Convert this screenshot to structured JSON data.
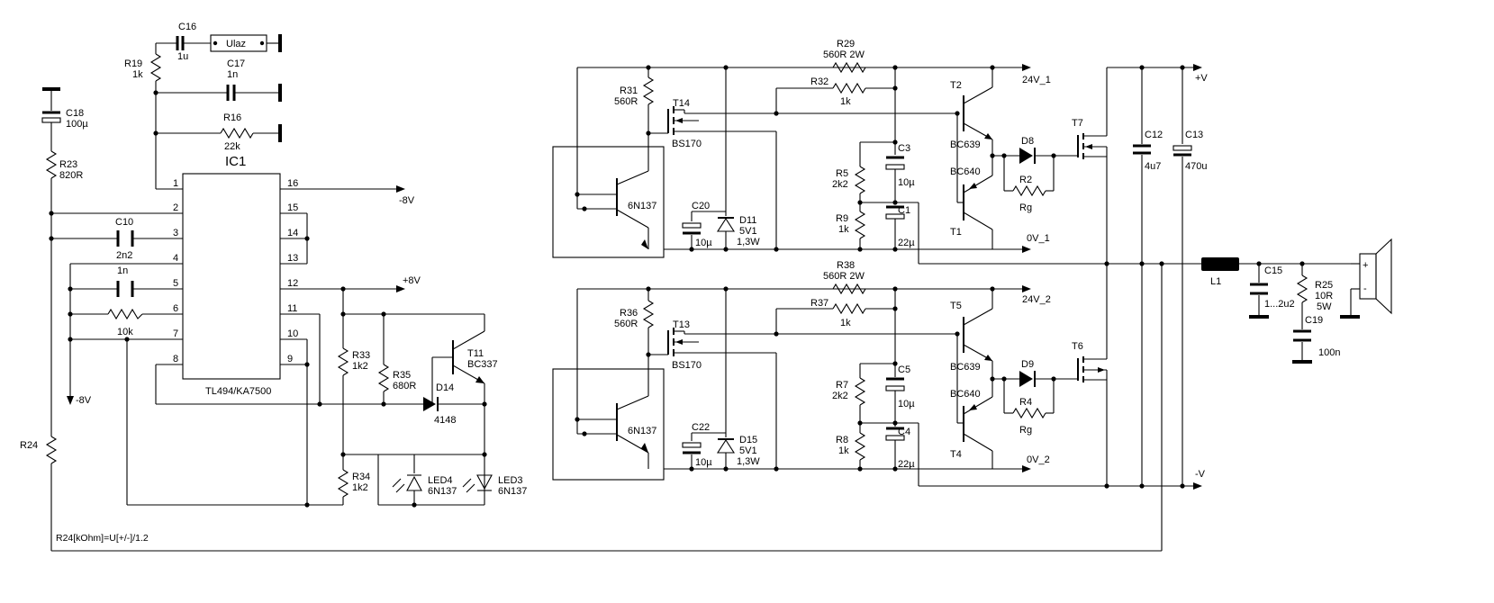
{
  "ic": {
    "name": "IC1",
    "part": "TL494/KA7500",
    "pins_left": [
      "1",
      "2",
      "3",
      "4",
      "5",
      "6",
      "7",
      "8"
    ],
    "pins_right": [
      "16",
      "15",
      "14",
      "13",
      "12",
      "11",
      "10",
      "9"
    ]
  },
  "rails": {
    "neg8_top": "-8V",
    "pos8": "+8V",
    "neg8_bottom": "-8V",
    "v24_1": "24V_1",
    "v0_1": "0V_1",
    "v24_2": "24V_2",
    "v0_2": "0V_2",
    "pos_v": "+V",
    "neg_v": "-V"
  },
  "note": "R24[kOhm]=U[+/-]/1.2",
  "input": {
    "label": "Ulaz"
  },
  "parts": {
    "C16": {
      "ref": "C16",
      "val": "1u"
    },
    "C17": {
      "ref": "C17",
      "val": "1n"
    },
    "R19": {
      "ref": "R19",
      "val": "1k"
    },
    "R16": {
      "ref": "R16",
      "val": "22k"
    },
    "C18": {
      "ref": "C18",
      "val": "100µ"
    },
    "R23": {
      "ref": "R23",
      "val": "820R"
    },
    "C10": {
      "ref": "C10",
      "val": "2n2"
    },
    "C5p": {
      "ref": "",
      "val": "1n"
    },
    "R6p": {
      "ref": "",
      "val": "10k"
    },
    "R24": {
      "ref": "R24",
      "val": ""
    },
    "R33": {
      "ref": "R33",
      "val": "1k2"
    },
    "R34": {
      "ref": "R34",
      "val": "1k2"
    },
    "R35": {
      "ref": "R35",
      "val": "680R"
    },
    "D14": {
      "ref": "D14",
      "val": "4148"
    },
    "T11": {
      "ref": "T11",
      "val": "BC337"
    },
    "LED4": {
      "ref": "LED4",
      "val": "6N137"
    },
    "LED3": {
      "ref": "LED3",
      "val": "6N137"
    },
    "R29": {
      "ref": "R29",
      "val": "560R 2W"
    },
    "R31": {
      "ref": "R31",
      "val": "560R"
    },
    "T14": {
      "ref": "T14",
      "val": "BS170"
    },
    "R32": {
      "ref": "R32",
      "val": "1k"
    },
    "T2": {
      "ref": "T2",
      "val": ""
    },
    "BC639a": {
      "ref": "BC639",
      "val": ""
    },
    "BC640a": {
      "ref": "BC640",
      "val": ""
    },
    "T1": {
      "ref": "T1",
      "val": ""
    },
    "OC1": {
      "ref": "6N137",
      "val": ""
    },
    "C20": {
      "ref": "C20",
      "val": "10µ"
    },
    "D11": {
      "ref": "D11",
      "val": "5V1",
      "val2": "1,3W"
    },
    "R5": {
      "ref": "R5",
      "val": "2k2"
    },
    "R9": {
      "ref": "R9",
      "val": "1k"
    },
    "C3": {
      "ref": "C3",
      "val": "10µ"
    },
    "C1": {
      "ref": "C1",
      "val": "22µ"
    },
    "D8": {
      "ref": "D8",
      "val": ""
    },
    "R2": {
      "ref": "R2",
      "val": "Rg"
    },
    "T7": {
      "ref": "T7",
      "val": ""
    },
    "C12": {
      "ref": "C12",
      "val": "4u7"
    },
    "C13": {
      "ref": "C13",
      "val": "470u"
    },
    "R38": {
      "ref": "R38",
      "val": "560R 2W"
    },
    "R36": {
      "ref": "R36",
      "val": "560R"
    },
    "T13": {
      "ref": "T13",
      "val": "BS170"
    },
    "R37": {
      "ref": "R37",
      "val": "1k"
    },
    "T5": {
      "ref": "T5",
      "val": ""
    },
    "BC639b": {
      "ref": "BC639",
      "val": ""
    },
    "BC640b": {
      "ref": "BC640",
      "val": ""
    },
    "T4": {
      "ref": "T4",
      "val": ""
    },
    "OC2": {
      "ref": "6N137",
      "val": ""
    },
    "C22": {
      "ref": "C22",
      "val": "10µ"
    },
    "D15": {
      "ref": "D15",
      "val": "5V1",
      "val2": "1,3W"
    },
    "R7": {
      "ref": "R7",
      "val": "2k2"
    },
    "R8": {
      "ref": "R8",
      "val": "1k"
    },
    "C5": {
      "ref": "C5",
      "val": "10µ"
    },
    "C4": {
      "ref": "C4",
      "val": "22µ"
    },
    "D9": {
      "ref": "D9",
      "val": ""
    },
    "R4": {
      "ref": "R4",
      "val": "Rg"
    },
    "T6": {
      "ref": "T6",
      "val": ""
    },
    "L1": {
      "ref": "L1",
      "val": ""
    },
    "C15": {
      "ref": "C15",
      "val": "1...2u2"
    },
    "R25": {
      "ref": "R25",
      "val": "10R",
      "val2": "5W"
    },
    "C19": {
      "ref": "C19",
      "val": "100n"
    },
    "SPK": {
      "plus": "+",
      "minus": "-"
    }
  }
}
